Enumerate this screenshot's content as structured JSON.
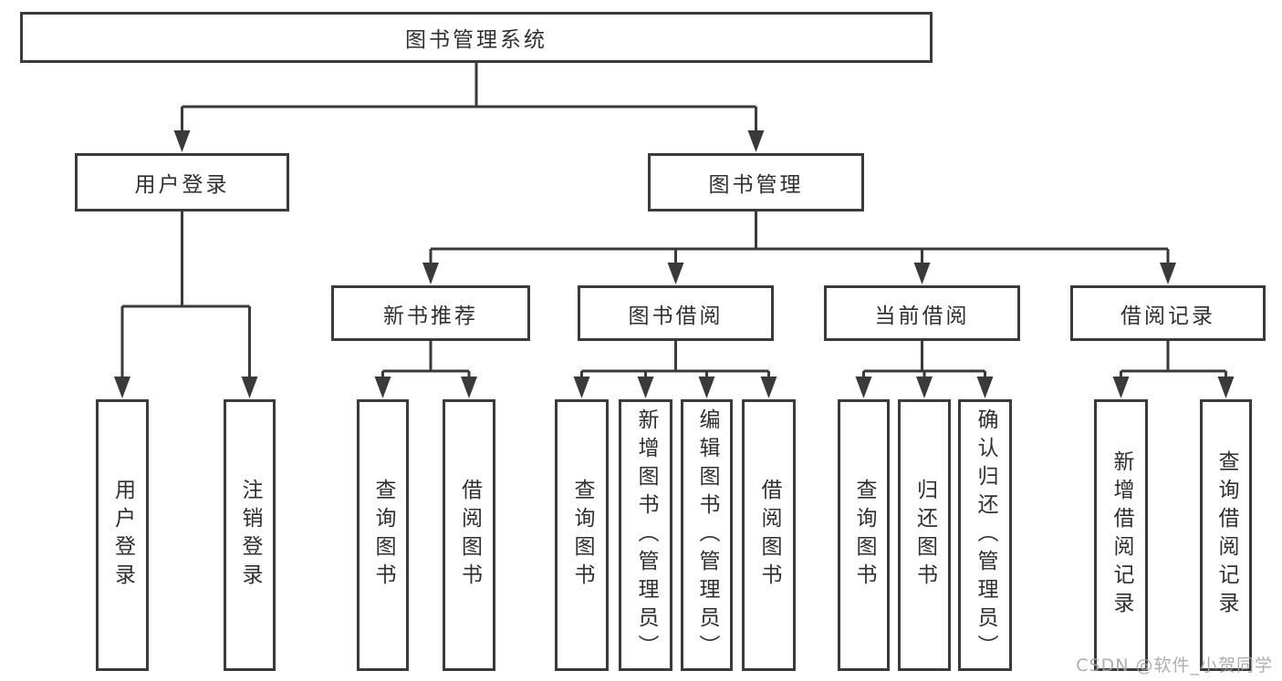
{
  "page": {
    "background": "#ffffff",
    "line_color": "#3a3a3a",
    "text_color": "#2f2f2f"
  },
  "nodes": {
    "root": "图书管理系统",
    "level2": {
      "user_login": "用户登录",
      "book_mgmt": "图书管理"
    },
    "level3": {
      "new_book_rec": "新书推荐",
      "book_borrow": "图书借阅",
      "current_borrow": "当前借阅",
      "borrow_records": "借阅记录"
    },
    "leaves": {
      "user_login": [
        "用户登录",
        "注销登录"
      ],
      "new_book_rec": [
        "查询图书",
        "借阅图书"
      ],
      "book_borrow": [
        "查询图书",
        "新增图书（管理员）",
        "编辑图书（管理员）",
        "借阅图书"
      ],
      "current_borrow": [
        "查询图书",
        "归还图书",
        "确认归还（管理员）"
      ],
      "borrow_records": [
        "新增借阅记录",
        "查询借阅记录"
      ]
    }
  },
  "watermark": {
    "text": "CSDN @软件_小贺同学",
    "color": "#a3a3a3"
  }
}
